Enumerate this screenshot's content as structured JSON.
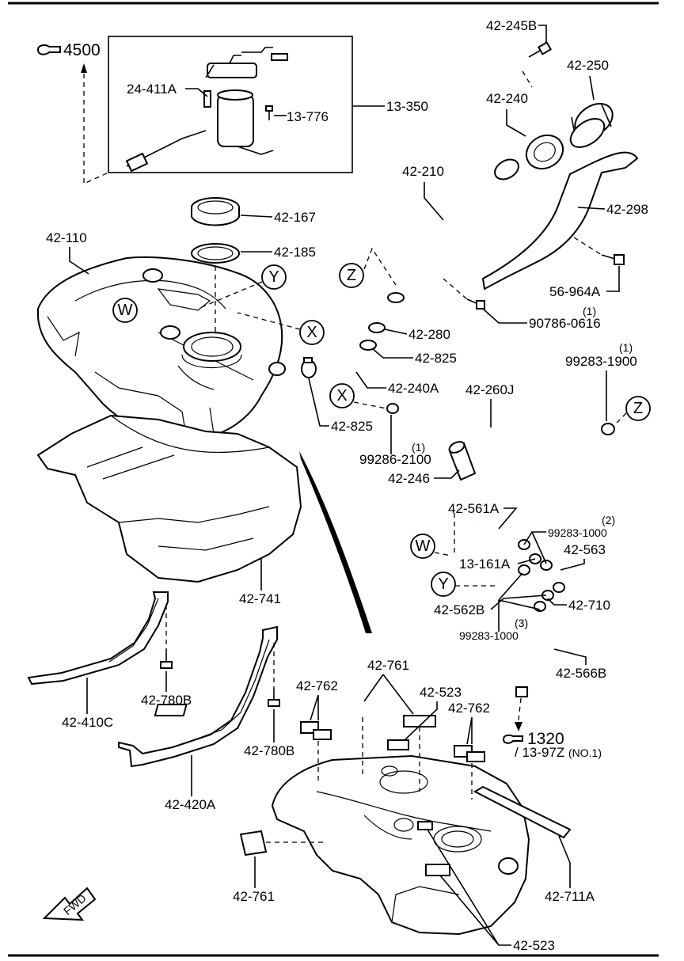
{
  "labels": {
    "p_4500": "4500",
    "p_24_411A": "24-411A",
    "p_13_776": "13-776",
    "p_13_350": "13-350",
    "p_42_245B": "42-245B",
    "p_42_250": "42-250",
    "p_42_240": "42-240",
    "p_42_210": "42-210",
    "p_42_298": "42-298",
    "p_42_167": "42-167",
    "p_42_185": "42-185",
    "p_42_110": "42-110",
    "p_56_964A": "56-964A",
    "p_90786_0616": "90786-0616",
    "p_90786_qty": "(1)",
    "p_42_280": "42-280",
    "p_42_825a": "42-825",
    "p_42_240A": "42-240A",
    "p_42_260J": "42-260J",
    "p_99283_1900": "99283-1900",
    "p_99283_1900_qty": "(1)",
    "p_42_825b": "42-825",
    "p_99286_2100": "99286-2100",
    "p_99286_qty": "(1)",
    "p_42_246": "42-246",
    "p_42_741": "42-741",
    "p_42_561A": "42-561A",
    "p_99283_1000a": "99283-1000",
    "p_99283_1000a_qty": "(2)",
    "p_42_563": "42-563",
    "p_13_161A": "13-161A",
    "p_42_562B": "42-562B",
    "p_42_710": "42-710",
    "p_99283_1000b": "99283-1000",
    "p_99283_1000b_qty": "(3)",
    "p_42_566B": "42-566B",
    "p_42_410C": "42-410C",
    "p_42_780B_a": "42-780B",
    "p_42_780B_b": "42-780B",
    "p_42_420A": "42-420A",
    "p_42_761a": "42-761",
    "p_42_762a": "42-762",
    "p_42_523a": "42-523",
    "p_42_762b": "42-762",
    "p_1320": "1320",
    "p_13_97Z": "/ 13-97Z",
    "p_no1": "(NO.1)",
    "p_42_761b": "42-761",
    "p_42_711A": "42-711A",
    "p_42_523b": "42-523",
    "fwd": "FWD"
  },
  "callouts": {
    "W": "W",
    "Y": "Y",
    "X": "X",
    "Z": "Z"
  },
  "icons": [
    "reference-hand-icon",
    "fwd-arrow-icon"
  ]
}
